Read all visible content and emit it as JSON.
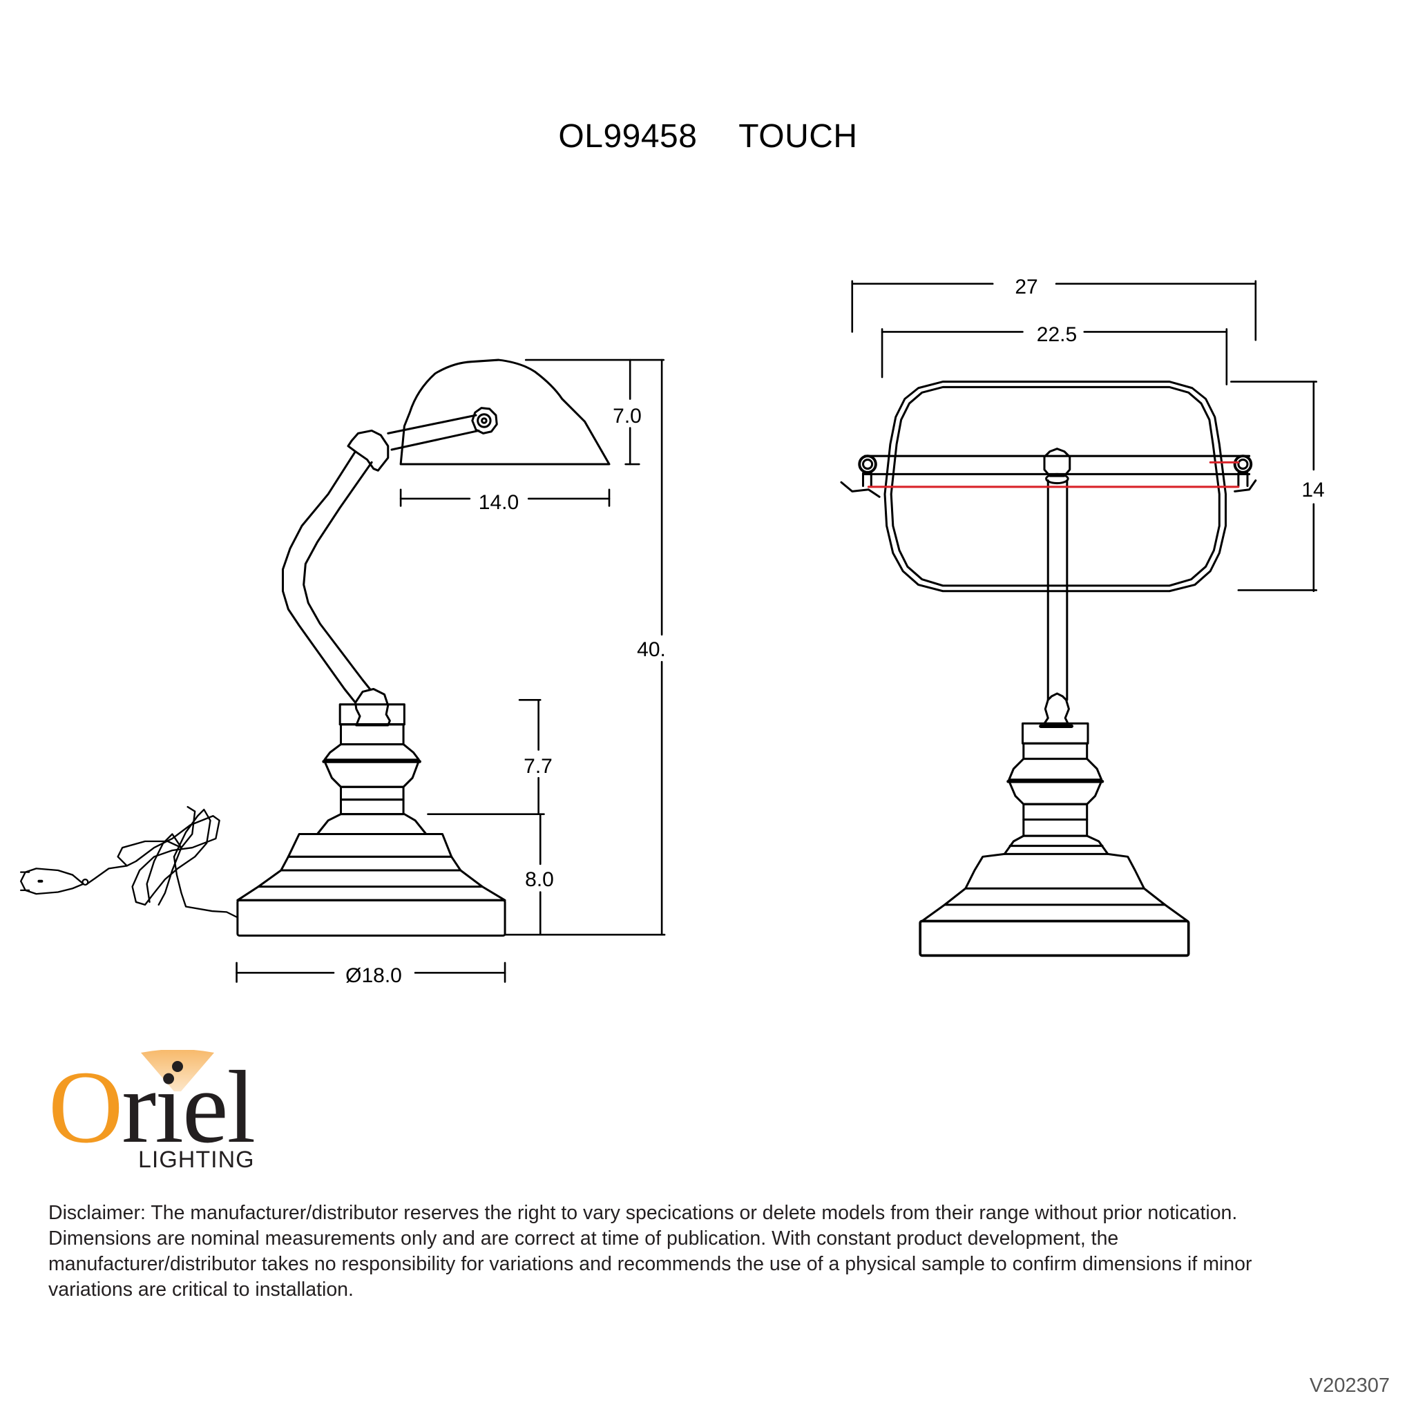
{
  "title": {
    "model": "OL99458",
    "name": "TOUCH"
  },
  "side_view": {
    "dimensions": {
      "shade_height": "7.0",
      "shade_width": "14.0",
      "overall_height": "40.",
      "neck_height": "7.7",
      "base_height": "8.0",
      "base_diameter": "Ø18.0"
    }
  },
  "front_view": {
    "dimensions": {
      "overall_width": "27",
      "shade_width": "22.5",
      "shade_depth": "14"
    },
    "highlight_color": "#d9232a"
  },
  "logo": {
    "brand_o": "O",
    "brand_rest": "riel",
    "subtitle": "LIGHTING",
    "brand_color": "#f39a21",
    "text_color": "#231f20"
  },
  "disclaimer": {
    "lines": [
      "Disclaimer: The manufacturer/distributor reserves the right to vary specications or delete models from their range without prior notication.",
      "Dimensions are nominal measurements only and are correct at time of publication. With constant product development, the",
      "manufacturer/distributor takes no responsibility for variations and recommends the use of a physical sample to confirm dimensions if minor",
      "variations are critical to installation."
    ]
  },
  "version": "V202307"
}
